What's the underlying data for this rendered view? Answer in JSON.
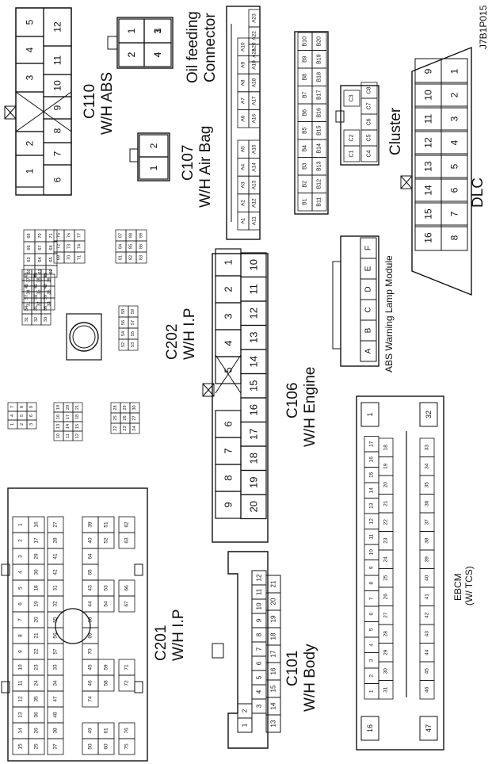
{
  "figure_id": "J7B1P015",
  "labels": {
    "c110_a": "C110",
    "c110_b": "W/H ABS",
    "c107_a": "C107",
    "c107_b": "W/H Air Bag",
    "oil_a": "Oil feeding",
    "oil_b": "Connector",
    "cluster": "Cluster",
    "dlc": "DLC",
    "abs_module": "ABS Warning Lamp Module",
    "c202_a": "C202",
    "c202_b": "W/H I.P",
    "c106_a": "C106",
    "c106_b": "W/H Engine",
    "c201_a": "C201",
    "c201_b": "W/H I.P",
    "c101_a": "C101",
    "c101_b": "W/H Body",
    "ebcm_a": "EBCM",
    "ebcm_b": "(W/ TCS)"
  },
  "connectors": {
    "c110": {
      "rows": [
        [
          "1",
          "2",
          "",
          "3",
          "4",
          "5"
        ],
        [
          "6",
          "7",
          "8",
          "9",
          "10",
          "11",
          "12"
        ]
      ]
    },
    "c107": {
      "pins": [
        "1",
        "2"
      ]
    },
    "small4": {
      "pins": [
        "1",
        "2",
        "3",
        "4"
      ]
    },
    "oil": {
      "cols": [
        [
          "A1",
          "A11"
        ],
        [
          "A2",
          "A12"
        ],
        [
          "A3",
          "A13"
        ],
        [
          "A4",
          "A14"
        ],
        [
          "A5",
          "A15"
        ],
        [
          "A6",
          "A16"
        ],
        [
          "A7",
          "A17"
        ],
        [
          "A8",
          "A18"
        ],
        [
          "A9",
          "A19"
        ],
        [
          "A10",
          "A20"
        ]
      ],
      "extra": [
        "A21",
        "A22",
        "A23"
      ]
    },
    "clusterconn": {
      "b": [
        "B1",
        "B2",
        "B3",
        "B4",
        "B5",
        "B6",
        "B7",
        "B8",
        "B9",
        "B10"
      ],
      "b2": [
        "B11",
        "B12",
        "B13",
        "B14",
        "B15",
        "B16",
        "B17",
        "B18",
        "B19",
        "B20"
      ],
      "c": [
        "C1",
        "C2",
        "C3",
        "C4",
        "C5",
        "C6",
        "C7",
        "C8"
      ]
    },
    "dlc": {
      "top": [
        "16",
        "15",
        "14",
        "13",
        "12",
        "11",
        "10",
        "9"
      ],
      "bottom": [
        "8",
        "7",
        "6",
        "5",
        "4",
        "3",
        "2",
        "1"
      ]
    },
    "abs": {
      "pins": [
        "A",
        "B",
        "C",
        "D",
        "E",
        "F"
      ]
    },
    "c202": {
      "rows": [
        [
          "9",
          "8",
          "7",
          "6",
          "",
          "5",
          "4",
          "3",
          "2",
          "1"
        ],
        [
          "20",
          "19",
          "18",
          "17",
          "16",
          "15",
          "14",
          "13",
          "12",
          "11",
          "10"
        ]
      ]
    },
    "c101": {
      "rows": [
        [
          "1",
          "2"
        ],
        [
          "3",
          "4",
          "5",
          "6",
          "7",
          "8",
          "9",
          "10",
          "11",
          "12"
        ],
        [
          "13",
          "14",
          "15",
          "16",
          "17",
          "18",
          "19",
          "20",
          "21"
        ]
      ]
    },
    "ebcm": {
      "top": [
        "1",
        "2",
        "3",
        "4",
        "5",
        "6",
        "7",
        "8",
        "9",
        "10",
        "11",
        "12",
        "13",
        "14",
        "15",
        "16",
        "17"
      ],
      "bottom": [
        "31",
        "30",
        "29",
        "28",
        "27",
        "26",
        "25",
        "24",
        "23",
        "22",
        "21",
        "20",
        "19",
        "18"
      ],
      "inner": [
        "46",
        "45",
        "44",
        "43",
        "42",
        "41",
        "40",
        "39",
        "38",
        "37",
        "36",
        "35",
        "34",
        "33"
      ],
      "corners": [
        "16",
        "32",
        "47"
      ]
    }
  }
}
